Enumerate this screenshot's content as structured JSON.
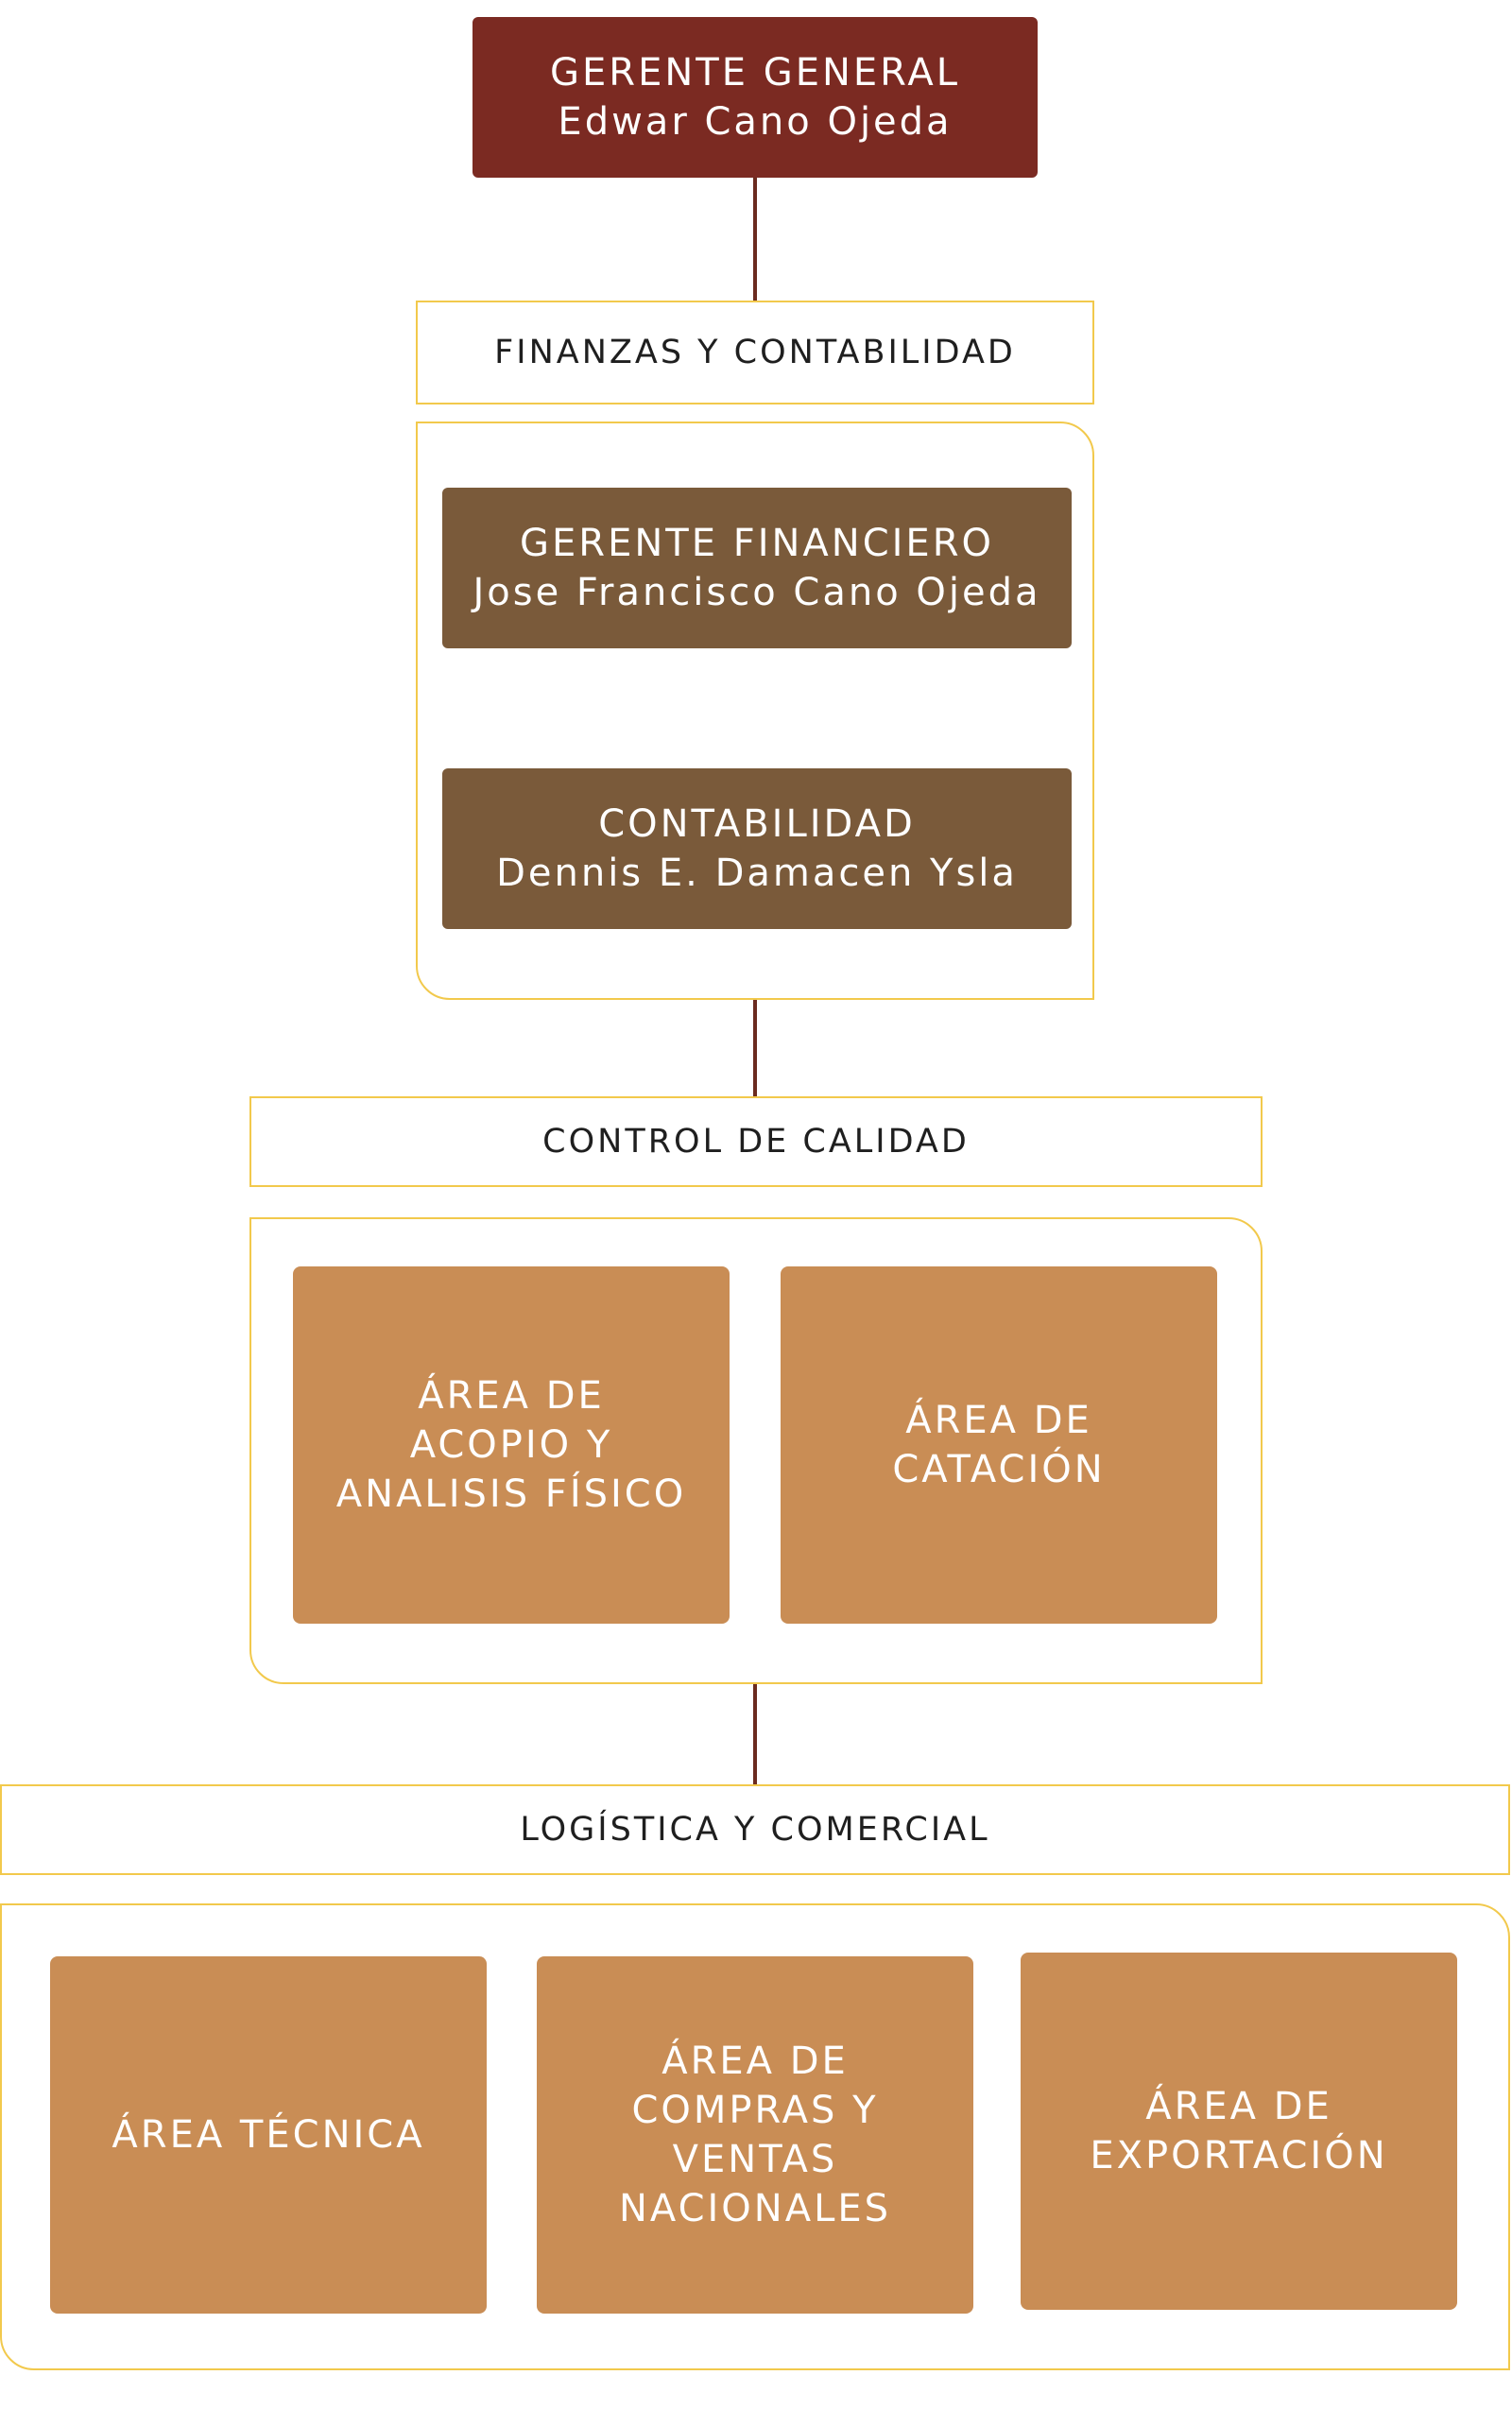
{
  "general_manager": {
    "title": "GERENTE GENERAL",
    "name": "Edwar Cano Ojeda"
  },
  "finance": {
    "header": "FINANZAS Y CONTABILIDAD",
    "manager": {
      "title": "GERENTE FINANCIERO",
      "name": "Jose Francisco Cano Ojeda"
    },
    "accounting": {
      "title": "CONTABILIDAD",
      "name": "Dennis E. Damacen Ysla"
    }
  },
  "quality": {
    "header": "CONTROL DE CALIDAD",
    "areas": [
      [
        "ÁREA DE",
        "ACOPIO Y",
        "ANALISIS FÍSICO"
      ],
      [
        "ÁREA DE",
        "CATACIÓN"
      ]
    ]
  },
  "logistics": {
    "header": "LOGÍSTICA Y COMERCIAL",
    "areas": [
      [
        "ÁREA TÉCNICA"
      ],
      [
        "ÁREA DE",
        "COMPRAS Y",
        "VENTAS",
        "NACIONALES"
      ],
      [
        "ÁREA DE",
        "EXPORTACIÓN"
      ]
    ]
  }
}
